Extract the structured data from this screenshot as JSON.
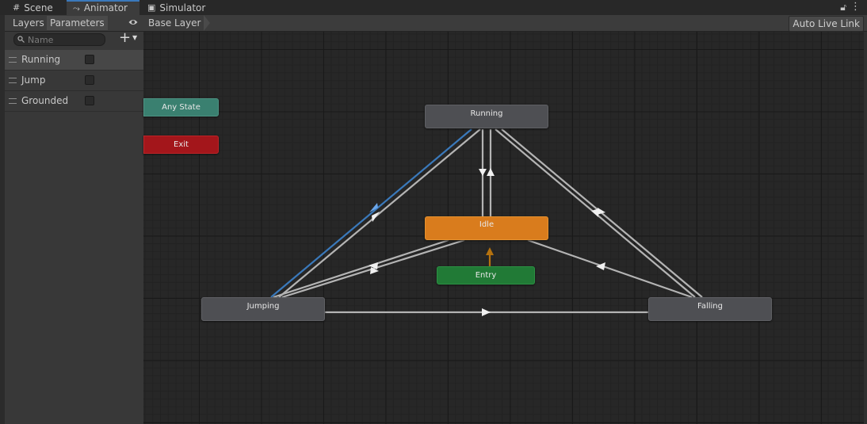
{
  "tabs": [
    {
      "label": "Scene",
      "icon": "grid-icon"
    },
    {
      "label": "Animator",
      "icon": "animator-icon",
      "active": true
    },
    {
      "label": "Simulator",
      "icon": "device-icon"
    }
  ],
  "window_controls": {
    "lock": "lock-icon",
    "more": "more-vertical-icon"
  },
  "left_panel": {
    "tabs": {
      "layers": "Layers",
      "parameters": "Parameters"
    },
    "search": {
      "placeholder": "Name",
      "value": ""
    },
    "parameters": [
      {
        "name": "Running",
        "type": "bool",
        "checked": false,
        "selected": true
      },
      {
        "name": "Jump",
        "type": "bool",
        "checked": false
      },
      {
        "name": "Grounded",
        "type": "bool",
        "checked": false
      }
    ]
  },
  "graph": {
    "breadcrumb": "Base Layer",
    "auto_live_link": "Auto Live Link",
    "states": {
      "any_state": "Any State",
      "exit": "Exit",
      "running": "Running",
      "idle": "Idle",
      "entry": "Entry",
      "jumping": "Jumping",
      "falling": "Falling"
    },
    "colors": {
      "default_state": "#4e4f53",
      "idle": "#d97c1d",
      "entry": "#217a36",
      "any_state": "#3a8070",
      "exit": "#a3161b",
      "selected_transition": "#3a79bb"
    }
  }
}
